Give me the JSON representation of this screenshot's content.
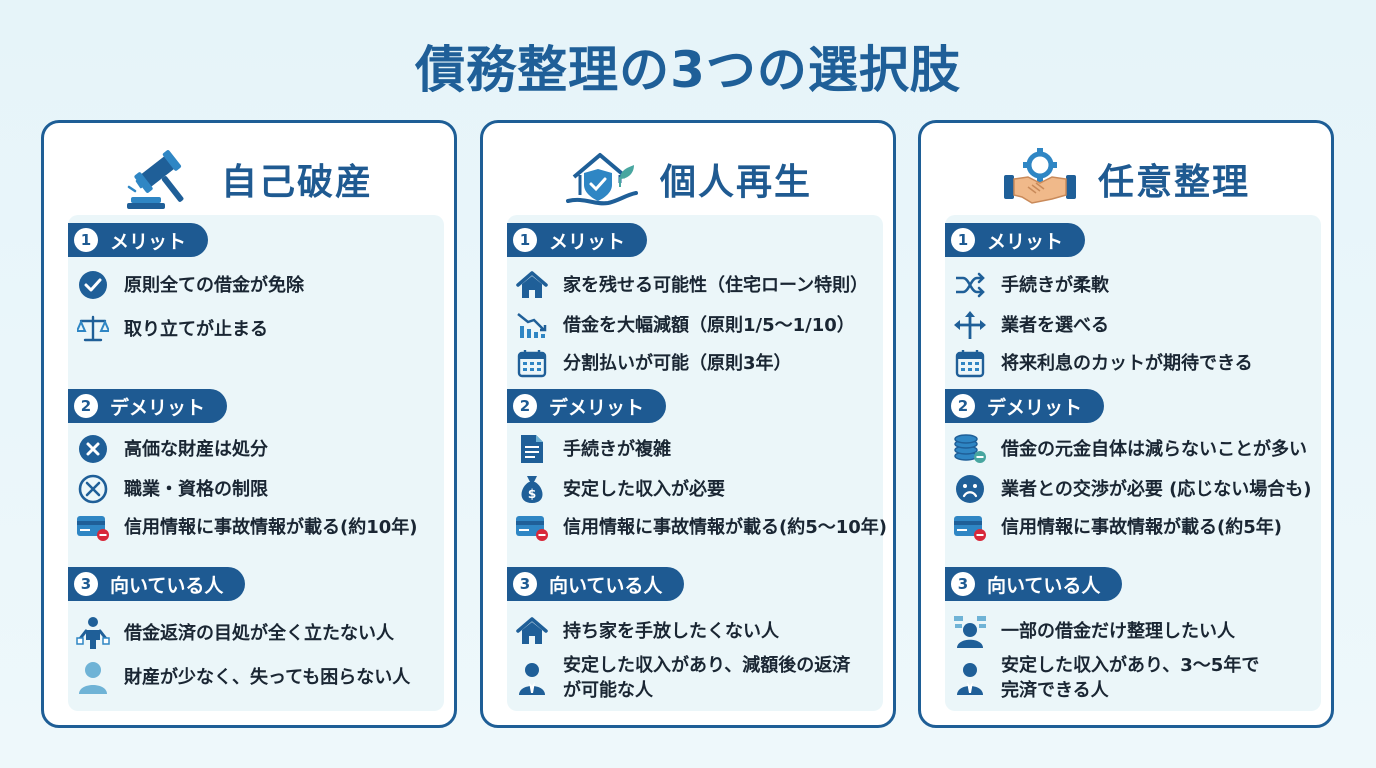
{
  "title": "債務整理の3つの選択肢",
  "cards": [
    {
      "title": "自己破産",
      "head_icon": "gavel-icon",
      "merit_label": "メリット",
      "demerit_label": "デメリット",
      "suited_label": "向いている人",
      "merits": [
        {
          "text": "原則全ての借金が免除",
          "icon": "check-circle-icon"
        },
        {
          "text": "取り立てが止まる",
          "icon": "scales-icon"
        }
      ],
      "demerits": [
        {
          "text": "高価な財産は処分",
          "icon": "x-circle-icon"
        },
        {
          "text": "職業・資格の制限",
          "icon": "x-outline-circle-icon"
        },
        {
          "text": "信用情報に事故情報が載る(約10年)",
          "icon": "credit-card-minus-icon"
        }
      ],
      "suited": [
        {
          "text": "借金返済の目処が全く立たない人",
          "icon": "person-empty-pockets-icon"
        },
        {
          "text": "財産が少なく、失っても困らない人",
          "icon": "person-icon"
        }
      ]
    },
    {
      "title": "個人再生",
      "head_icon": "house-shield-plant-icon",
      "merit_label": "メリット",
      "demerit_label": "デメリット",
      "suited_label": "向いている人",
      "merits": [
        {
          "text": "家を残せる可能性（住宅ローン特則）",
          "icon": "house-icon"
        },
        {
          "text": "借金を大幅減額（原則1/5〜1/10）",
          "icon": "chart-down-icon"
        },
        {
          "text": "分割払いが可能（原則3年）",
          "icon": "calendar-icon"
        }
      ],
      "demerits": [
        {
          "text": "手続きが複雑",
          "icon": "document-icon"
        },
        {
          "text": "安定した収入が必要",
          "icon": "money-bag-icon"
        },
        {
          "text": "信用情報に事故情報が載る(約5〜10年)",
          "icon": "credit-card-minus-icon"
        }
      ],
      "suited": [
        {
          "text": "持ち家を手放したくない人",
          "icon": "house-icon"
        },
        {
          "text": "安定した収入があり、減額後の返済",
          "text2": "が可能な人",
          "icon": "businessman-icon"
        }
      ]
    },
    {
      "title": "任意整理",
      "head_icon": "handshake-gear-icon",
      "merit_label": "メリット",
      "demerit_label": "デメリット",
      "suited_label": "向いている人",
      "merits": [
        {
          "text": "手続きが柔軟",
          "icon": "shuffle-icon"
        },
        {
          "text": "業者を選べる",
          "icon": "arrows-split-icon"
        },
        {
          "text": "将来利息のカットが期待できる",
          "icon": "calendar-icon"
        }
      ],
      "demerits": [
        {
          "text": "借金の元金自体は減らないことが多い",
          "icon": "coins-minus-icon"
        },
        {
          "text": "業者との交渉が必要 (応じない場合も)",
          "icon": "sad-face-icon"
        },
        {
          "text": "信用情報に事故情報が載る(約5年)",
          "icon": "credit-card-minus-icon"
        }
      ],
      "suited": [
        {
          "text": "一部の借金だけ整理したい人",
          "icon": "person-money-icon"
        },
        {
          "text": "安定した収入があり、3〜5年で",
          "text2": "完済できる人",
          "icon": "businessman-icon"
        }
      ]
    }
  ],
  "colors": {
    "primary": "#1e5a92",
    "accent": "#2f86c4",
    "danger": "#d8283a",
    "panel": "#ebf6f9"
  }
}
